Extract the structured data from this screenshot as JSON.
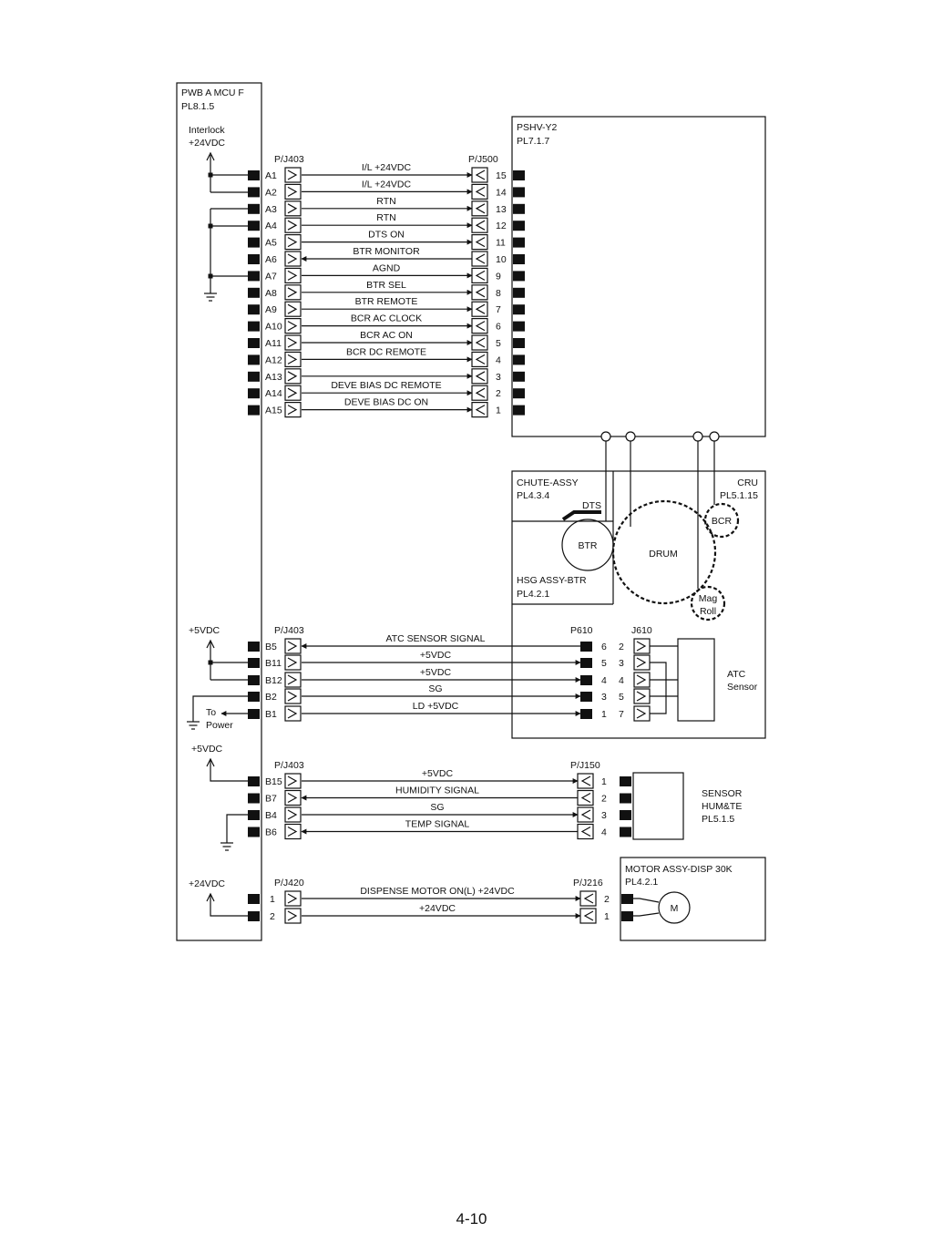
{
  "blocks": {
    "mcu": {
      "name": "PWB A MCU F",
      "ref": "PL8.1.5"
    },
    "pshv": {
      "name": "PSHV-Y2",
      "ref": "PL7.1.7"
    },
    "chute": {
      "name": "CHUTE-ASSY",
      "ref": "PL4.3.4"
    },
    "cru": {
      "name": "CRU",
      "ref": "PL5.1.15"
    },
    "hsg": {
      "name": "HSG ASSY-BTR",
      "ref": "PL4.2.1"
    },
    "atc": {
      "line1": "ATC",
      "line2": "Sensor"
    },
    "humsensor": {
      "line1": "SENSOR",
      "line2": "HUM&TE",
      "line3": "PL5.1.5"
    },
    "motor": {
      "name": "MOTOR ASSY-DISP 30K",
      "ref": "PL4.2.1",
      "symbol": "M"
    }
  },
  "components": {
    "dts": "DTS",
    "btr": "BTR",
    "drum": "DRUM",
    "bcr": "BCR",
    "mag1": "Mag",
    "mag2": "Roll"
  },
  "power": {
    "interlock1": "Interlock",
    "interlock2": "+24VDC",
    "p5vdc_a": "+5VDC",
    "p5vdc_b": "+5VDC",
    "p24vdc": "+24VDC",
    "to": "To",
    "power": "Power"
  },
  "harness1": {
    "left_connector": "P/J403",
    "right_connector": "P/J500",
    "rows": [
      {
        "pin": "A1",
        "signal": "I/L +24VDC",
        "right_pin": "15",
        "dir": "right"
      },
      {
        "pin": "A2",
        "signal": "I/L +24VDC",
        "right_pin": "14",
        "dir": "right"
      },
      {
        "pin": "A3",
        "signal": "RTN",
        "right_pin": "13",
        "dir": "right"
      },
      {
        "pin": "A4",
        "signal": "RTN",
        "right_pin": "12",
        "dir": "right"
      },
      {
        "pin": "A5",
        "signal": "DTS ON",
        "right_pin": "11",
        "dir": "right"
      },
      {
        "pin": "A6",
        "signal": "BTR MONITOR",
        "right_pin": "10",
        "dir": "left"
      },
      {
        "pin": "A7",
        "signal": "AGND",
        "right_pin": "9",
        "dir": "right"
      },
      {
        "pin": "A8",
        "signal": "BTR SEL",
        "right_pin": "8",
        "dir": "right"
      },
      {
        "pin": "A9",
        "signal": "BTR REMOTE",
        "right_pin": "7",
        "dir": "right"
      },
      {
        "pin": "A10",
        "signal": "BCR AC CLOCK",
        "right_pin": "6",
        "dir": "right"
      },
      {
        "pin": "A11",
        "signal": "BCR AC ON",
        "right_pin": "5",
        "dir": "right"
      },
      {
        "pin": "A12",
        "signal": "BCR DC REMOTE",
        "right_pin": "4",
        "dir": "right"
      },
      {
        "pin": "A13",
        "signal": "",
        "right_pin": "3",
        "dir": "right"
      },
      {
        "pin": "A14",
        "signal": "DEVE BIAS DC REMOTE",
        "right_pin": "2",
        "dir": "right"
      },
      {
        "pin": "A15",
        "signal": "DEVE BIAS DC ON",
        "right_pin": "1",
        "dir": "right"
      }
    ]
  },
  "harness2": {
    "left_connector": "P/J403",
    "mid_connector": "P610",
    "right_connector": "J610",
    "rows": [
      {
        "pin": "B5",
        "signal": "ATC SENSOR SIGNAL",
        "mid_pin": "6",
        "right_pin": "2",
        "dir": "left"
      },
      {
        "pin": "B11",
        "signal": "+5VDC",
        "mid_pin": "5",
        "right_pin": "3",
        "dir": "right"
      },
      {
        "pin": "B12",
        "signal": "+5VDC",
        "mid_pin": "4",
        "right_pin": "4",
        "dir": "right"
      },
      {
        "pin": "B2",
        "signal": "SG",
        "mid_pin": "3",
        "right_pin": "5",
        "dir": "right"
      },
      {
        "pin": "B1",
        "signal": "LD +5VDC",
        "mid_pin": "1",
        "right_pin": "7",
        "dir": "right"
      }
    ]
  },
  "harness3": {
    "left_connector": "P/J403",
    "right_connector": "P/J150",
    "rows": [
      {
        "pin": "B15",
        "signal": "+5VDC",
        "right_pin": "1",
        "dir": "right"
      },
      {
        "pin": "B7",
        "signal": "HUMIDITY SIGNAL",
        "right_pin": "2",
        "dir": "left"
      },
      {
        "pin": "B4",
        "signal": "SG",
        "right_pin": "3",
        "dir": "right"
      },
      {
        "pin": "B6",
        "signal": "TEMP SIGNAL",
        "right_pin": "4",
        "dir": "left"
      }
    ]
  },
  "harness4": {
    "left_connector": "P/J420",
    "right_connector": "P/J216",
    "rows": [
      {
        "pin": "1",
        "signal": "DISPENSE MOTOR ON(L) +24VDC",
        "right_pin": "2",
        "dir": "right"
      },
      {
        "pin": "2",
        "signal": "+24VDC",
        "right_pin": "1",
        "dir": "right"
      }
    ]
  },
  "page_number": "4-10"
}
